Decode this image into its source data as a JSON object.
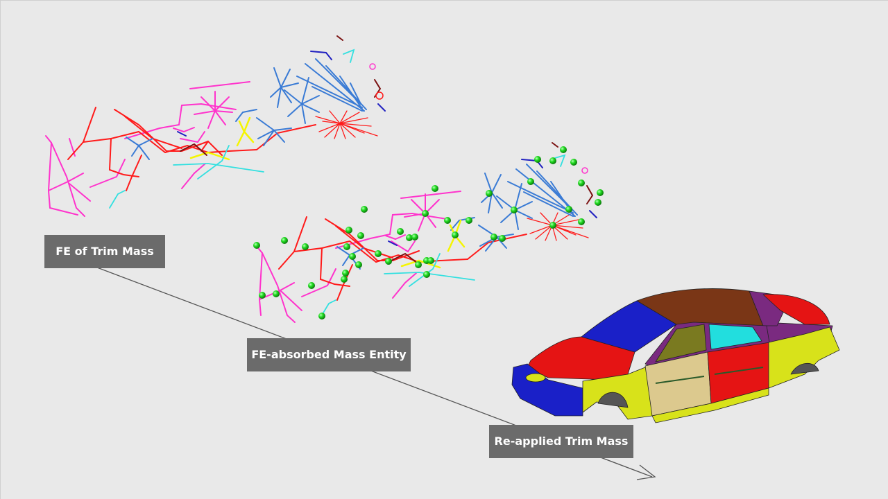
{
  "labels": {
    "stage1": "FE of Trim Mass",
    "stage2": "FE-absorbed Mass Entity",
    "stage3": "Re-applied Trim Mass"
  },
  "colors": {
    "background": "#e9e9e9",
    "label_box": "#6b6b6b",
    "label_text": "#ffffff",
    "arrow": "#555555",
    "mesh_red": "#ff1a1a",
    "mesh_blue": "#3a7bd5",
    "mesh_magenta": "#ff33cc",
    "mesh_yellow": "#f5f500",
    "mesh_cyan": "#33e0e0",
    "mass_node_green": "#22dd22",
    "car_blue": "#1a20c8",
    "car_red": "#e51414",
    "car_brown": "#7a3616",
    "car_purple": "#7a2a80",
    "car_yellow": "#d8e21a",
    "car_olive": "#7a7a20",
    "car_cyan": "#22dede",
    "car_tan": "#dcc98e"
  },
  "icons": {
    "flow_arrow": "arrow-right-icon",
    "mass_node": "green-sphere-icon"
  }
}
